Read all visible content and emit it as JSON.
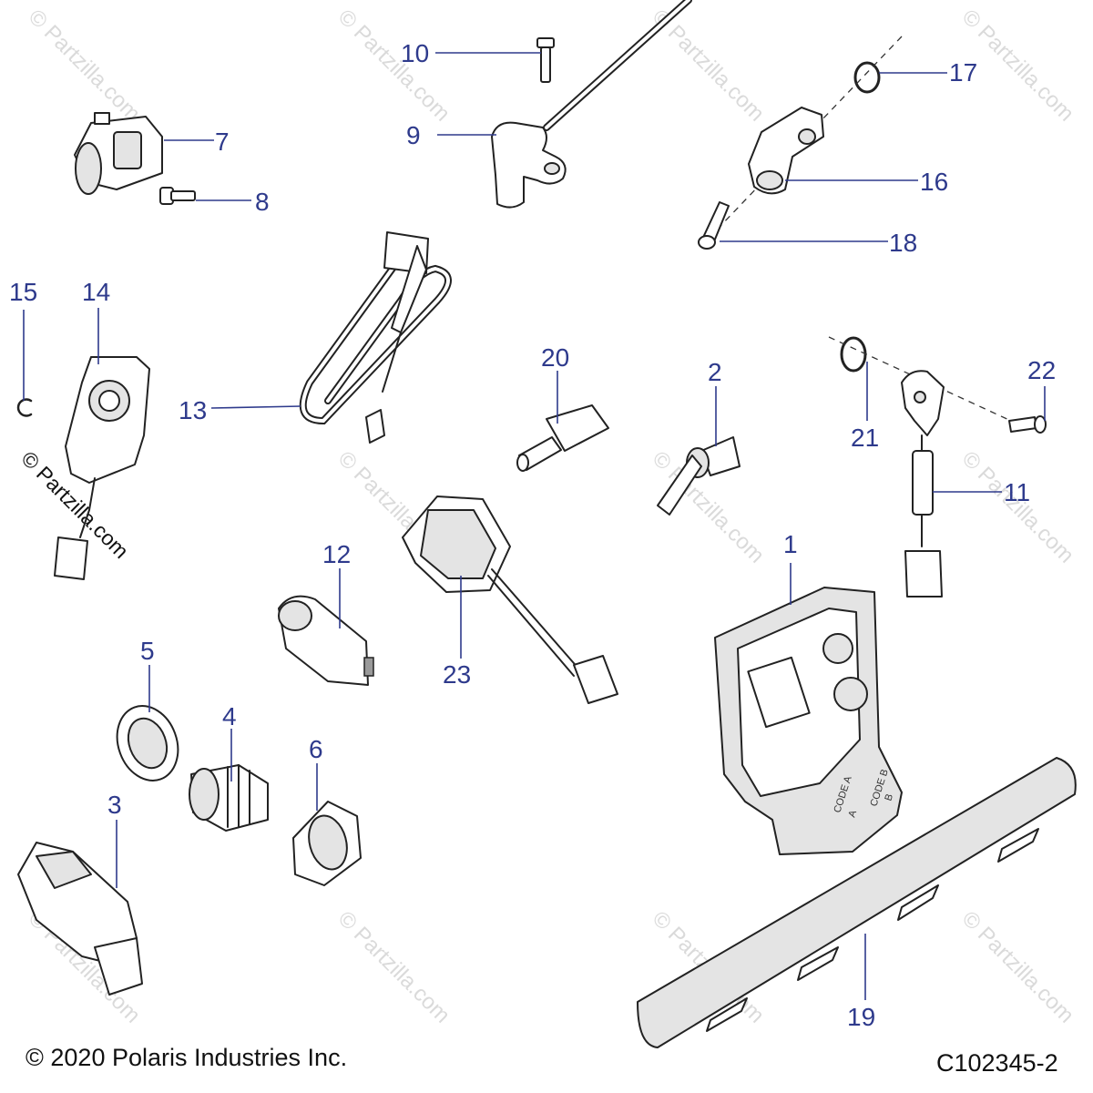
{
  "copyright": "© 2020 Polaris Industries Inc.",
  "diagram_id": "C102345-2",
  "watermark": "© Partzilla.com",
  "ecu_labels": {
    "code_a": "CODE A",
    "code_a_sub": "A",
    "code_b": "CODE B",
    "code_b_sub": "B"
  },
  "callouts": {
    "c1": "1",
    "c2": "2",
    "c3": "3",
    "c4": "4",
    "c5": "5",
    "c6": "6",
    "c7": "7",
    "c8": "8",
    "c9": "9",
    "c10": "10",
    "c11": "11",
    "c12": "12",
    "c13": "13",
    "c14": "14",
    "c15": "15",
    "c16": "16",
    "c17": "17",
    "c18": "18",
    "c19": "19",
    "c20": "20",
    "c21": "21",
    "c22": "22",
    "c23": "23"
  },
  "colors": {
    "callout": "#2e3a8c",
    "line_art": "#222222",
    "watermark": "#d7d7d7"
  }
}
